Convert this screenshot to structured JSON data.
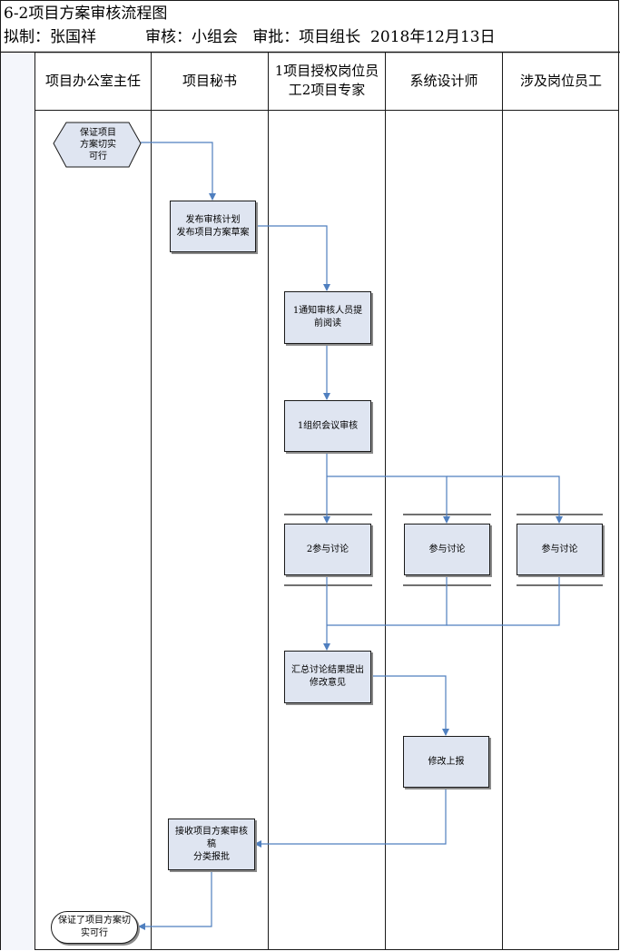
{
  "header": {
    "title": "6-2项目方案审核流程图",
    "meta_line": "拟制：张国祥          审核：小组会   审批：项目组长  2018年12月13日"
  },
  "columns": [
    {
      "label": "项目办公室主任"
    },
    {
      "label": "项目秘书"
    },
    {
      "label": "1项目授权岗位员\n工2项目专家"
    },
    {
      "label": "系统设计师"
    },
    {
      "label": "涉及岗位员工"
    }
  ],
  "nodes": {
    "start": "保证项目\n方案切实\n可行",
    "publish": "发布审核计划\n发布项目方案草案",
    "notify": "1通知审核人员提\n前阅读",
    "meeting": "1组织会议审核",
    "discuss_expert": "2参与讨论",
    "discuss_designer": "参与讨论",
    "discuss_staff": "参与讨论",
    "summary": "汇总讨论结果提出\n修改意见",
    "revise": "修改上报",
    "receive": "接收项目方案审核\n稿\n分类报批",
    "end": "保证了项目方案切\n实可行"
  },
  "colors": {
    "node_fill": "#dfe5f1",
    "connector": "#4f7fbf",
    "border": "#1a1a1a",
    "header_band": "#f4f6fb"
  }
}
